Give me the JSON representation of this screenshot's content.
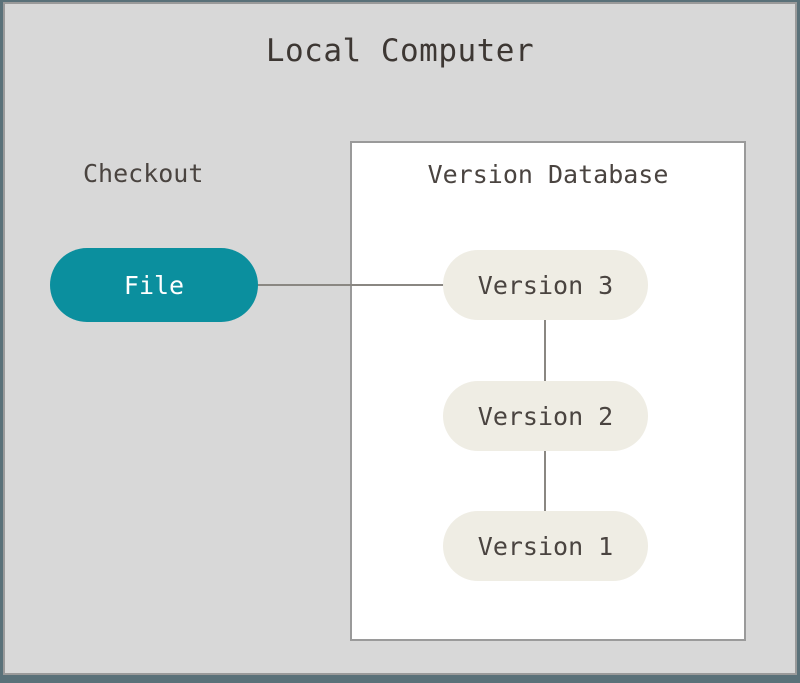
{
  "diagram": {
    "title": "Local Computer",
    "background_color": "#d8d8d8",
    "border_color": "#9a9a9a",
    "page_edge_color": "#5a7179"
  },
  "checkout": {
    "label": "Checkout",
    "node": {
      "label": "File",
      "fill_color": "#0b8f9e",
      "text_color": "#ffffff",
      "shape": "pill"
    }
  },
  "version_database": {
    "title": "Version Database",
    "fill_color": "#ffffff",
    "border_color": "#9a9a9a",
    "versions": [
      {
        "label": "Version 3",
        "fill_color": "#efede4",
        "text_color": "#4a4440"
      },
      {
        "label": "Version 2",
        "fill_color": "#efede4",
        "text_color": "#4a4440"
      },
      {
        "label": "Version 1",
        "fill_color": "#efede4",
        "text_color": "#4a4440"
      }
    ]
  },
  "connectors": {
    "color": "#8a8782",
    "file_to_version3": "horizontal",
    "version3_to_version2": "vertical",
    "version2_to_version1": "vertical"
  }
}
